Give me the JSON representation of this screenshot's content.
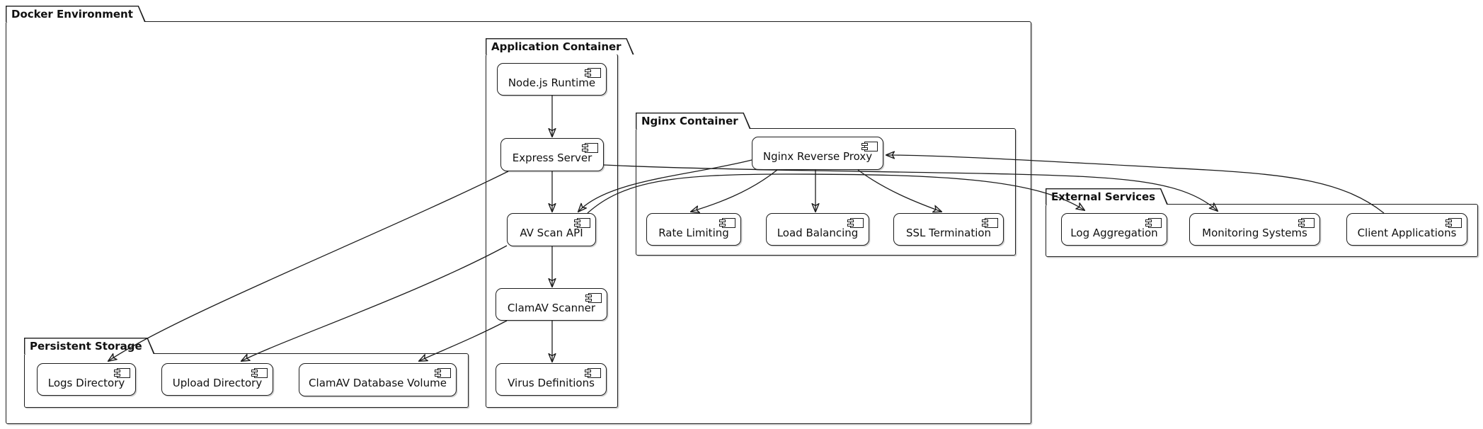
{
  "diagram_type": "uml-component-diagram",
  "colors": {
    "line": "#1c1c1c",
    "background": "#ffffff",
    "box_fill": "#ffffff"
  },
  "packages": {
    "docker": {
      "label": "Docker Environment"
    },
    "app": {
      "label": "Application Container"
    },
    "nginx": {
      "label": "Nginx Container"
    },
    "storage": {
      "label": "Persistent Storage"
    },
    "external": {
      "label": "External Services"
    }
  },
  "components": {
    "nodejs": {
      "label": "Node.js Runtime"
    },
    "express": {
      "label": "Express Server"
    },
    "avscan": {
      "label": "AV Scan API"
    },
    "clamav": {
      "label": "ClamAV Scanner"
    },
    "virusdefs": {
      "label": "Virus Definitions"
    },
    "nginxproxy": {
      "label": "Nginx Reverse Proxy"
    },
    "ratelimit": {
      "label": "Rate Limiting"
    },
    "loadbal": {
      "label": "Load Balancing"
    },
    "ssl": {
      "label": "SSL Termination"
    },
    "logsdir": {
      "label": "Logs Directory"
    },
    "uploaddir": {
      "label": "Upload Directory"
    },
    "dbvolume": {
      "label": "ClamAV Database Volume"
    },
    "logagg": {
      "label": "Log Aggregation"
    },
    "monitoring": {
      "label": "Monitoring Systems"
    },
    "clients": {
      "label": "Client Applications"
    }
  },
  "edges": [
    {
      "from": "Node.js Runtime",
      "to": "Express Server"
    },
    {
      "from": "Express Server",
      "to": "AV Scan API"
    },
    {
      "from": "AV Scan API",
      "to": "ClamAV Scanner"
    },
    {
      "from": "ClamAV Scanner",
      "to": "Virus Definitions"
    },
    {
      "from": "Nginx Reverse Proxy",
      "to": "Rate Limiting"
    },
    {
      "from": "Nginx Reverse Proxy",
      "to": "Load Balancing"
    },
    {
      "from": "Nginx Reverse Proxy",
      "to": "SSL Termination"
    },
    {
      "from": "Nginx Reverse Proxy",
      "to": "AV Scan API"
    },
    {
      "from": "Client Applications",
      "to": "Nginx Reverse Proxy"
    },
    {
      "from": "Express Server",
      "to": "Monitoring Systems"
    },
    {
      "from": "AV Scan API",
      "to": "Log Aggregation"
    },
    {
      "from": "Express Server",
      "to": "Logs Directory"
    },
    {
      "from": "AV Scan API",
      "to": "Upload Directory"
    },
    {
      "from": "ClamAV Scanner",
      "to": "ClamAV Database Volume"
    }
  ]
}
